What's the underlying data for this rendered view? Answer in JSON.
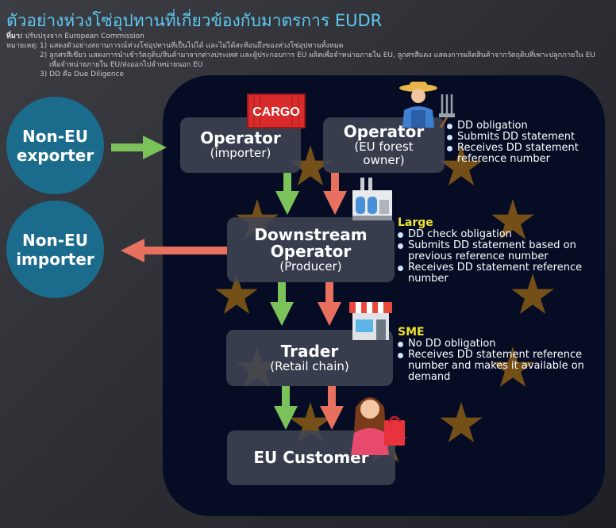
{
  "header": {
    "title": "ตัวอย่างห่วงโซ่อุปทานที่เกี่ยวข้องกับมาตรการ EUDR",
    "source_label": "ที่มา:",
    "source_text": "ปรับปรุงจาก European Commission",
    "notes_label": "หมายเหตุ:",
    "notes": [
      "1) แสดงตัวอย่างสถานการณ์ห่วงโซ่อุปทานที่เป็นไปได้ และไม่ได้สะท้อนถึงของห่วงโซ่อุปทานทั้งหมด",
      "2) ลูกศรสีเขียว แสดงการนำเข้าวัตถุดิบ/สินค้ามาจากต่างประเทศ และผู้ประกอบการ EU ผลิตเพื่อจำหน่ายภายใน EU, ลูกศรสีแดง แสดงการผลิตสินค้าจากวัตถุดิบที่เพาะปลูกภายใน EU",
      "เพื่อจำหน่ายภายใน EU/ส่งออกไปจำหน่ายนอก EU",
      "3) DD คือ Due Diligence"
    ]
  },
  "nodes": {
    "non_eu_exporter": [
      "Non-EU",
      "exporter"
    ],
    "non_eu_importer": [
      "Non-EU",
      "importer"
    ],
    "operator_importer": {
      "title": "Operator",
      "sub": "(importer)"
    },
    "operator_owner": {
      "title": "Operator",
      "sub": [
        "(EU forest",
        "owner)"
      ]
    },
    "downstream": {
      "title": [
        "Downstream",
        "Operator"
      ],
      "sub": "(Producer)"
    },
    "trader": {
      "title": "Trader",
      "sub": "(Retail chain)"
    },
    "customer": {
      "title": "EU Customer"
    }
  },
  "cargo_label": "CARGO",
  "operator_bullets": [
    "DD obligation",
    "Submits DD statement",
    "Receives DD statement",
    "reference number"
  ],
  "large": {
    "heading": "Large",
    "items": [
      [
        "DD check obligation"
      ],
      [
        "Submits DD statement based on",
        "previous reference number"
      ],
      [
        "Receives DD statement reference",
        "number"
      ]
    ]
  },
  "sme": {
    "heading": "SME",
    "items": [
      [
        "No DD obligation"
      ],
      [
        "Receives DD statement reference",
        "number and makes it available on",
        "demand"
      ]
    ]
  },
  "colors": {
    "title": "#5ec8f0",
    "panel": "#050c24",
    "star": "#7a5418",
    "circle": "#1b6b8c",
    "green_arrow": "#7bc25a",
    "red_arrow": "#e8705f",
    "heading_yellow": "#f0e332"
  },
  "icons": [
    "cargo-container-icon",
    "farmer-icon",
    "factory-icon",
    "shop-icon",
    "shopper-woman-icon"
  ]
}
